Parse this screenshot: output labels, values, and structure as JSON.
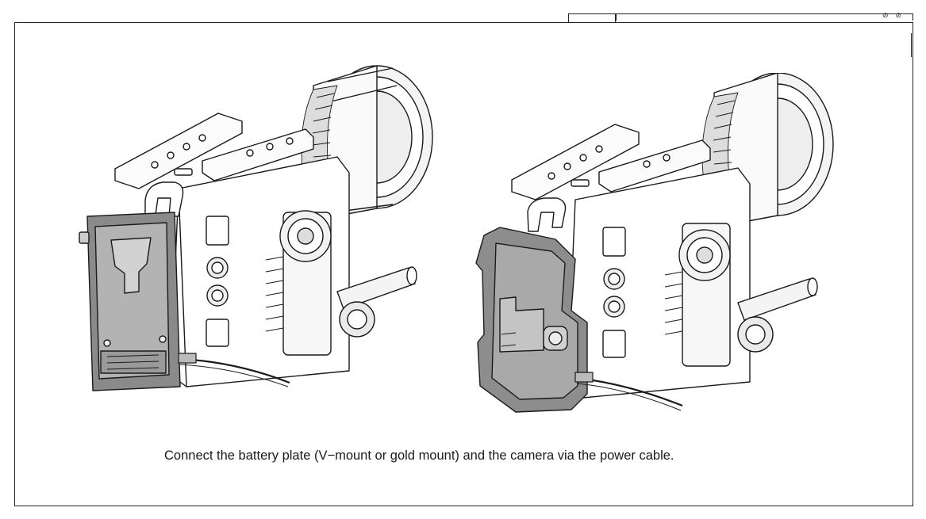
{
  "page": {
    "top_marks": "⊘ ⊘"
  },
  "figures": [
    {
      "name": "V-mount battery plate attached to camera"
    },
    {
      "name": "gold mount battery plate attached to camera"
    }
  ],
  "caption": "Connect the battery plate (V−mount or gold mount) and the camera via the power cable."
}
